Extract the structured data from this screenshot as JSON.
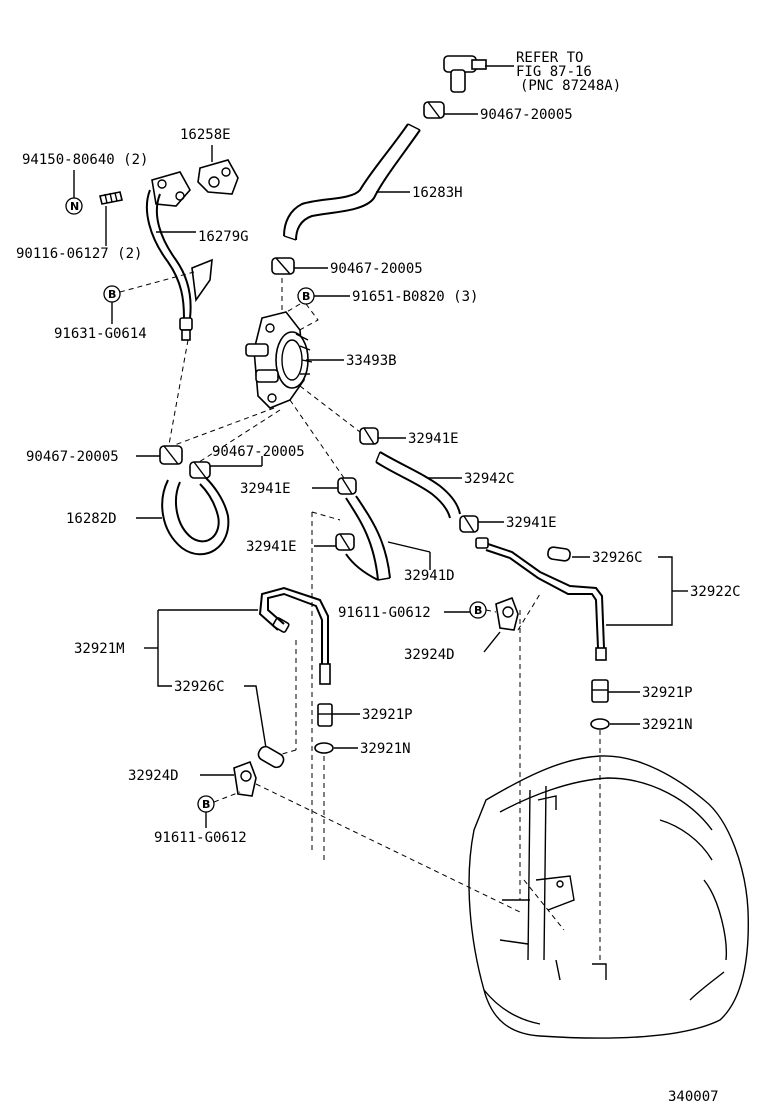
{
  "refer_note": [
    "REFER TO",
    "FIG 87-16",
    "(PNC 87248A)"
  ],
  "figure_number": "340007",
  "badge_letters": {
    "n": "N",
    "b": "B"
  },
  "labels": {
    "l_90467_20005_top": "90467-20005",
    "l_16258E": "16258E",
    "l_94150": "94150-80640 (2)",
    "l_16283H": "16283H",
    "l_16279G": "16279G",
    "l_90116": "90116-06127 (2)",
    "l_90467_20005_mid": "90467-20005",
    "l_91651": "91651-B0820 (3)",
    "l_91631": "91631-G0614",
    "l_33493B": "33493B",
    "l_32941E_a": "32941E",
    "l_90467_20005_l": "90467-20005",
    "l_90467_20005_r": "90467-20005",
    "l_32942C": "32942C",
    "l_32941E_b": "32941E",
    "l_32941E_c": "32941E",
    "l_16282D": "16282D",
    "l_32941E_d": "32941E",
    "l_32926C_r": "32926C",
    "l_32941D": "32941D",
    "l_32922C": "32922C",
    "l_91611_r": "91611-G0612",
    "l_32921M": "32921M",
    "l_32924D_r": "32924D",
    "l_32921P_r": "32921P",
    "l_32926C_l": "32926C",
    "l_32921N_r": "32921N",
    "l_32921P_l": "32921P",
    "l_32921N_l": "32921N",
    "l_32924D_l": "32924D",
    "l_91611_l": "91611-G0612"
  }
}
